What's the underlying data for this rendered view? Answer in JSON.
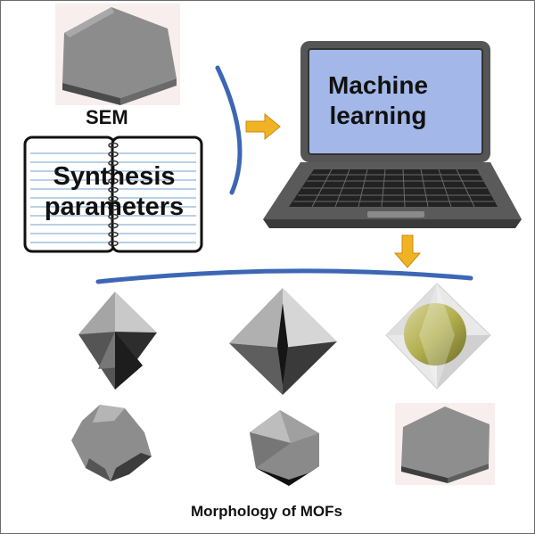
{
  "labels": {
    "sem": "SEM",
    "synthesis_line1": "Synthesis",
    "synthesis_line2": "parameters",
    "ml_line1": "Machine",
    "ml_line2": "learning",
    "morphology": "Morphology of  MOFs"
  },
  "colors": {
    "arrow": "#f0b323",
    "bracket": "#3d67b5",
    "screen": "#a3b8e8",
    "sphere": "#b3b04f",
    "crystal_gray": "#8f8f8f"
  },
  "icons": {
    "sem_crystal": "hexagonal-plate-icon",
    "notebook": "open-notebook-icon",
    "laptop": "laptop-icon",
    "morphologies": [
      "concave-octahedron-icon",
      "octahedron-icon",
      "sphere-in-octahedron-icon",
      "truncated-octahedron-icon",
      "truncated-tetrahedron-icon",
      "hexagonal-plate-icon"
    ]
  }
}
